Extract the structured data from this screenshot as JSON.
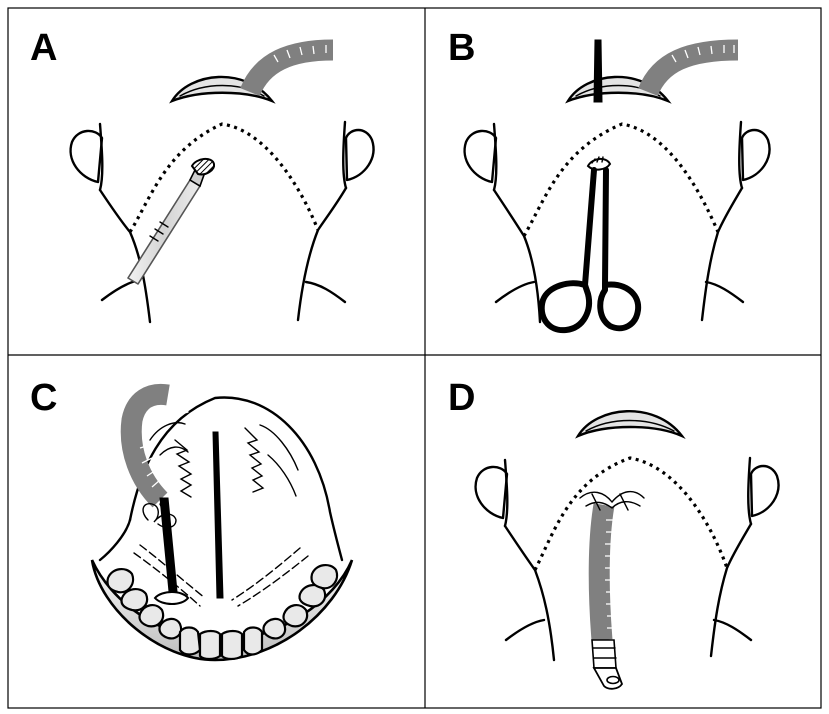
{
  "panels": [
    {
      "id": "panel-a",
      "label": "A"
    },
    {
      "id": "panel-b",
      "label": "B"
    },
    {
      "id": "panel-c",
      "label": "C"
    },
    {
      "id": "panel-d",
      "label": "D"
    }
  ],
  "colors": {
    "ink": "#000000",
    "tube": "#808080",
    "handle": "#d9d9d9",
    "lip": "#e4e4e4",
    "background": "#ffffff"
  }
}
